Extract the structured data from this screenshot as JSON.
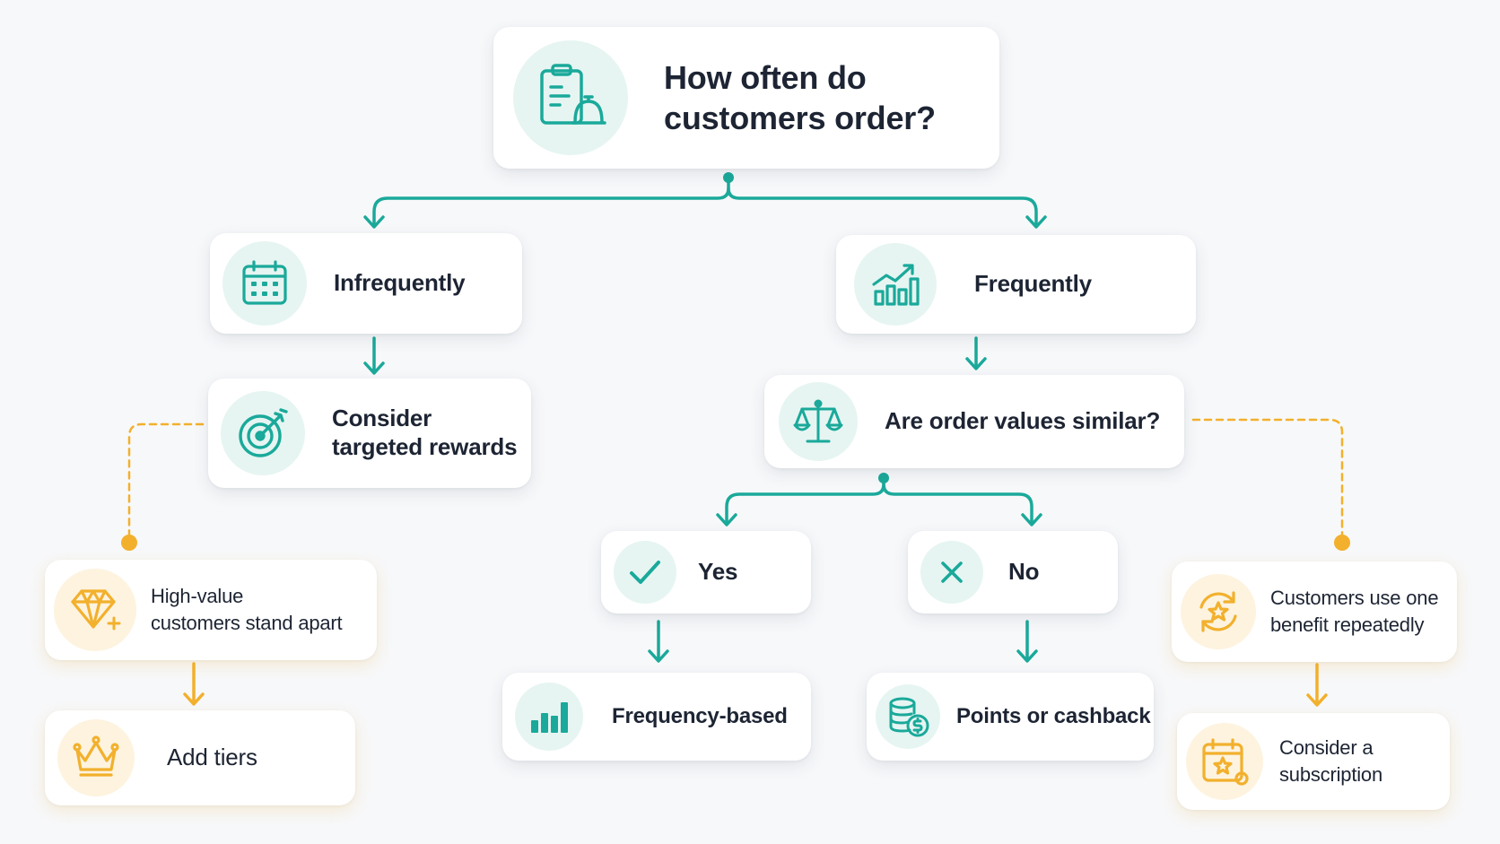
{
  "colors": {
    "teal": "#1aa99a",
    "amber": "#f2b02c",
    "text": "#1d2433"
  },
  "root": {
    "line1": "How often do",
    "line2": "customers order?",
    "icon": "clipboard-cloche-icon"
  },
  "infrequently": {
    "label": "Infrequently",
    "icon": "calendar-icon"
  },
  "frequently": {
    "label": "Frequently",
    "icon": "growth-chart-icon"
  },
  "targeted": {
    "line1": "Consider",
    "line2": "targeted rewards",
    "icon": "target-arrow-icon"
  },
  "similar": {
    "label": "Are order values similar?",
    "icon": "balance-scale-icon"
  },
  "yes": {
    "label": "Yes",
    "icon": "check-icon"
  },
  "no": {
    "label": "No",
    "icon": "x-icon"
  },
  "frequency_based": {
    "label": "Frequency-based",
    "icon": "bar-chart-icon"
  },
  "points": {
    "label": "Points or cashback",
    "icon": "coins-icon"
  },
  "high_value": {
    "line1": "High-value",
    "line2": "customers stand apart",
    "icon": "diamond-icon"
  },
  "add_tiers": {
    "label": "Add tiers",
    "icon": "crown-icon"
  },
  "repeat_benefit": {
    "line1": "Customers use one",
    "line2": "benefit repeatedly",
    "icon": "refresh-star-icon"
  },
  "subscription": {
    "line1": "Consider a",
    "line2": "subscription",
    "icon": "calendar-star-icon"
  }
}
